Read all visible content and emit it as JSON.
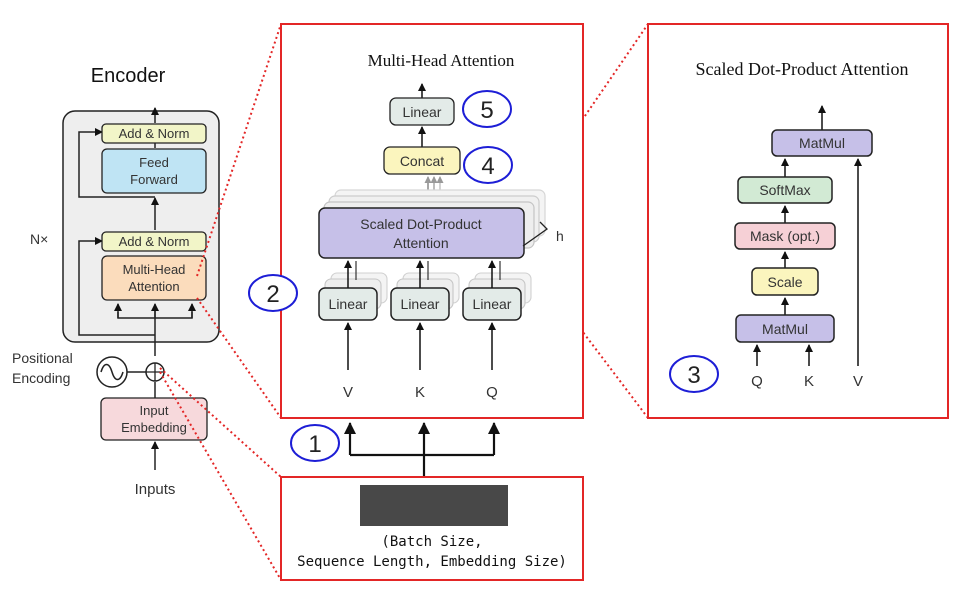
{
  "colors": {
    "highlight_red": "#e32626",
    "marker_blue": "#1d1ed6",
    "add_norm": "#f2f5c8",
    "feed_forward": "#bfe4f4",
    "multi_head": "#fbdcbc",
    "embedding": "#f7d9dc",
    "linear": "#e3ebe8",
    "concat": "#fbf5be",
    "sdpa": "#c6c0e8",
    "softmax": "#d2ead4",
    "mask": "#f6d0d6",
    "scale": "#fbf5be",
    "tensor": "#484848"
  },
  "encoder": {
    "title": "Encoder",
    "nx": "N×",
    "add_norm_top": "Add & Norm",
    "feed_forward_1": "Feed",
    "feed_forward_2": "Forward",
    "add_norm_bottom": "Add & Norm",
    "multi_head_1": "Multi-Head",
    "multi_head_2": "Attention",
    "positional_1": "Positional",
    "positional_2": "Encoding",
    "input_embedding_1": "Input",
    "input_embedding_2": "Embedding",
    "inputs": "Inputs"
  },
  "multi_head_panel": {
    "title": "Multi-Head Attention",
    "linear_top": "Linear",
    "concat": "Concat",
    "sdpa_1": "Scaled Dot-Product",
    "sdpa_2": "Attention",
    "h": "h",
    "linear_v": "Linear",
    "linear_k": "Linear",
    "linear_q": "Linear",
    "v": "V",
    "k": "K",
    "q": "Q"
  },
  "sdpa_panel": {
    "title": "Scaled Dot-Product Attention",
    "matmul_top": "MatMul",
    "softmax": "SoftMax",
    "mask": "Mask (opt.)",
    "scale": "Scale",
    "matmul_bottom": "MatMul",
    "q": "Q",
    "k": "K",
    "v": "V"
  },
  "markers": [
    "1",
    "2",
    "3",
    "4",
    "5"
  ],
  "input_tensor": {
    "caption_1": "(Batch Size,",
    "caption_2": "Sequence Length, Embedding Size)"
  }
}
